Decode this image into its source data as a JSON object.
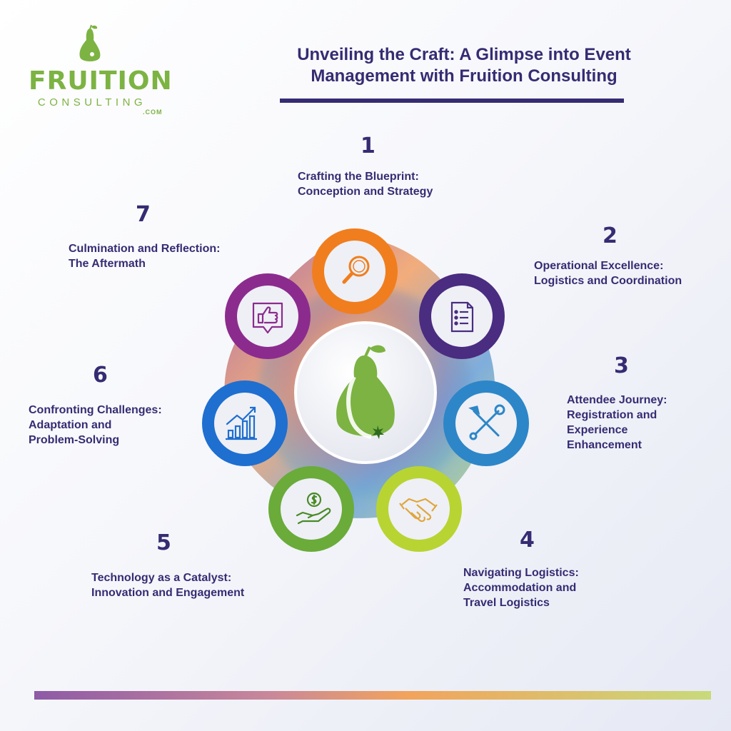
{
  "logo": {
    "wordmark": "FRUITION",
    "subtitle": "CONSULTING",
    "domain": ".COM"
  },
  "title": {
    "line1": "Unveiling the Craft: A Glimpse into Event",
    "line2": "Management with Fruition Consulting"
  },
  "colors": {
    "navy": "#352c73",
    "green": "#7cb342",
    "orange": "#f07e1e",
    "purple": "#4a2c80",
    "blue": "#2d86c8",
    "lime": "#b8d432",
    "magenta": "#8c2b8e"
  },
  "steps": [
    {
      "number": "1",
      "label": "Crafting the Blueprint:\nConception and Strategy",
      "icon": "magnifier-icon",
      "color": "#f07e1e"
    },
    {
      "number": "2",
      "label": "Operational Excellence:\nLogistics and Coordination",
      "icon": "checklist-icon",
      "color": "#4a2c80"
    },
    {
      "number": "3",
      "label": "Attendee Journey:\nRegistration and\nExperience\nEnhancement",
      "icon": "tools-icon",
      "color": "#2d86c8"
    },
    {
      "number": "4",
      "label": "Navigating Logistics:\nAccommodation and\nTravel Logistics",
      "icon": "handshake-icon",
      "color": "#b8d432"
    },
    {
      "number": "5",
      "label": "Technology as a Catalyst:\nInnovation and Engagement",
      "icon": "money-hand-icon",
      "color": "#6aab3a"
    },
    {
      "number": "6",
      "label": "Confronting Challenges:\nAdaptation and\nProblem-Solving",
      "icon": "growth-chart-icon",
      "color": "#1e6fd0"
    },
    {
      "number": "7",
      "label": "Culmination and Reflection:\nThe Aftermath",
      "icon": "thumbs-up-icon",
      "color": "#8c2b8e"
    }
  ]
}
